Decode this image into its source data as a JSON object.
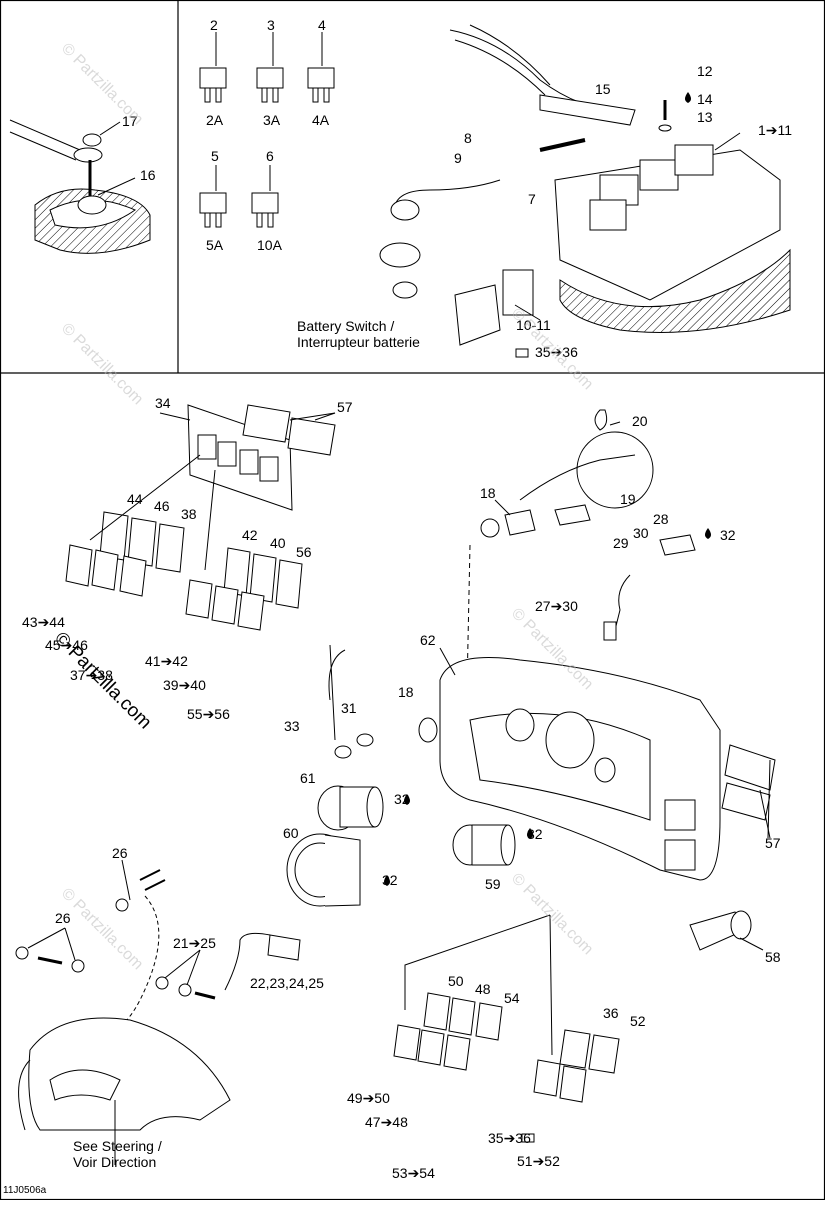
{
  "diagram": {
    "fuse_labels": [
      {
        "num": "2",
        "rating": "2A"
      },
      {
        "num": "3",
        "rating": "3A"
      },
      {
        "num": "4",
        "rating": "4A"
      },
      {
        "num": "5",
        "rating": "5A"
      },
      {
        "num": "6",
        "rating": "10A"
      }
    ],
    "callouts": [
      "17",
      "16",
      "15",
      "8",
      "9",
      "7",
      "12",
      "14",
      "13",
      "1➔11",
      "10-11",
      "35➔36",
      "34",
      "57",
      "44",
      "46",
      "38",
      "42",
      "40",
      "56",
      "43➔44",
      "45➔46",
      "37➔38",
      "41➔42",
      "39➔40",
      "55➔56",
      "20",
      "19",
      "18",
      "30",
      "28",
      "32",
      "29",
      "27➔30",
      "62",
      "33",
      "31",
      "18",
      "61",
      "32",
      "60",
      "32",
      "59",
      "32",
      "57",
      "26",
      "26",
      "21➔25",
      "22,23,24,25",
      "58",
      "50",
      "48",
      "54",
      "49➔50",
      "47➔48",
      "53➔54",
      "36",
      "52",
      "35➔36",
      "51➔52"
    ],
    "captions": {
      "battery_switch_line1": "Battery Switch /",
      "battery_switch_line2": "Interrupteur batterie",
      "steering_line1": "See  Steering /",
      "steering_line2": "Voir Direction"
    },
    "figure_code": "11J0506a",
    "watermark": "© Partzilla.com"
  },
  "icons": [
    "drop-icon",
    "battery-icon",
    "arrow-icon"
  ]
}
